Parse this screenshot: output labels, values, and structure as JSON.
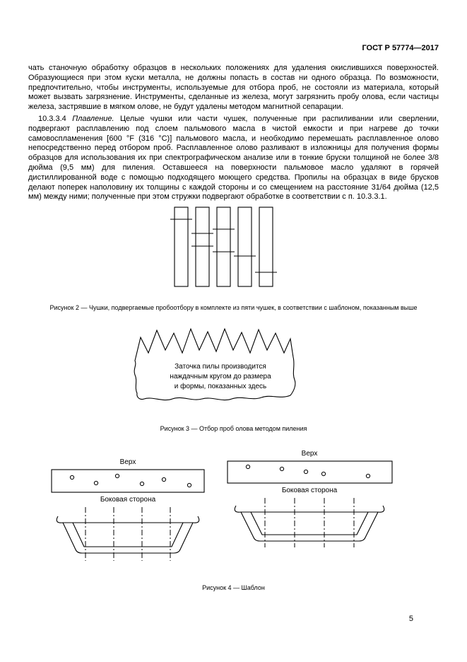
{
  "header": {
    "doc_number": "ГОСТ Р 57774—2017"
  },
  "body": {
    "para1": "чать станочную обработку образцов в нескольких положениях для удаления окислившихся поверхностей. Образующиеся при этом куски металла, не должны попасть в состав ни одного образца. По возможности, предпочтительно, чтобы инструменты, используемые для отбора проб, не состояли из материала, который может вызвать загрязнение. Инструменты, сделанные из железа, могут загрязнить пробу олова, если частицы железа, застрявшие в мягком олове, не будут удалены методом магнитной сепарации.",
    "para2_num": "10.3.3.4",
    "para2_term": "Плавление.",
    "para2_text": "Целые чушки или части чушек, полученные при распиливании или сверлении, подвергают расплавлению под слоем пальмового масла в чистой емкости и при нагреве до точки самовоспламенения [600 °F (316 °C)] пальмового масла, и необходимо перемешать расплавленное олово непосредственно перед отбором проб. Расплавленное олово разливают в изложницы для получения формы образцов для использования их при спектрографическом анализе или в тонкие бруски толщиной не более 3/8 дюйма (9,5 мм) для пиления. Оставшееся на поверхности пальмовое масло удаляют в горячей дистиллированной воде с помощью подходящего моющего средства. Пропилы на образцах в виде брусков делают поперек наполовину их толщины с каждой стороны и со смещением на расстояние 31/64 дюйма (12,5 мм) между ними; полученные при этом стружки подвергают обработке в соответствии с п. 10.3.3.1."
  },
  "figure2": {
    "caption": "Рисунок  2 — Чушки, подвергаемые пробоотбору в комплекте из пяти чушек, в соответствии с шаблоном, показанным выше"
  },
  "figure3": {
    "note_line1": "Заточка пилы производится",
    "note_line2": "наждачным кругом до размера",
    "note_line3": "и формы, показанных здесь",
    "caption": "Рисунок 3 — Отбор проб олова методом пиления"
  },
  "figure4": {
    "left": {
      "top_label": "Верх",
      "side_label": "Боковая сторона"
    },
    "right": {
      "top_label": "Верх",
      "side_label": "Боковая сторона"
    },
    "caption": "Рисунок 4 — Шаблон"
  },
  "footer": {
    "page_number": "5"
  }
}
